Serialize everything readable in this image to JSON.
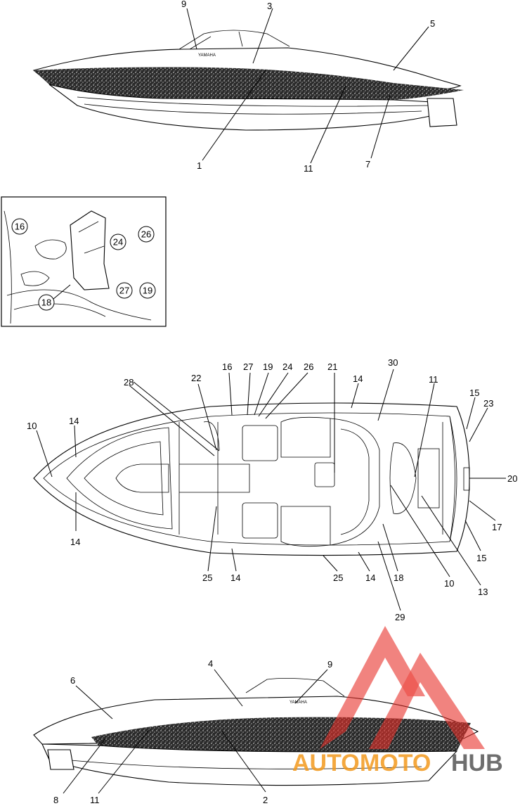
{
  "side_view_top": {
    "callouts": [
      "9",
      "3",
      "5",
      "1",
      "11",
      "7"
    ],
    "brand": "YAMAHA"
  },
  "detail_inset": {
    "circled": [
      "16",
      "24",
      "26",
      "27",
      "19",
      "18"
    ]
  },
  "top_view": {
    "callouts_top": [
      "28",
      "22",
      "16",
      "27",
      "19",
      "24",
      "26",
      "21",
      "14",
      "30",
      "11",
      "15",
      "23"
    ],
    "callouts_left": [
      "10",
      "14",
      "14"
    ],
    "callouts_right": [
      "20",
      "17",
      "15",
      "13"
    ],
    "callouts_bottom": [
      "25",
      "14",
      "25",
      "14",
      "18",
      "10",
      "29"
    ]
  },
  "side_view_bottom": {
    "callouts": [
      "4",
      "9",
      "6",
      "8",
      "11",
      "2"
    ],
    "brand": "YAMAHA"
  },
  "watermark": {
    "part1": "AUTO",
    "part2": "MOTO",
    "part3": "HUB",
    "color_red": "#e8302a",
    "color_orange": "#f39a1e",
    "color_dark": "#555555"
  }
}
